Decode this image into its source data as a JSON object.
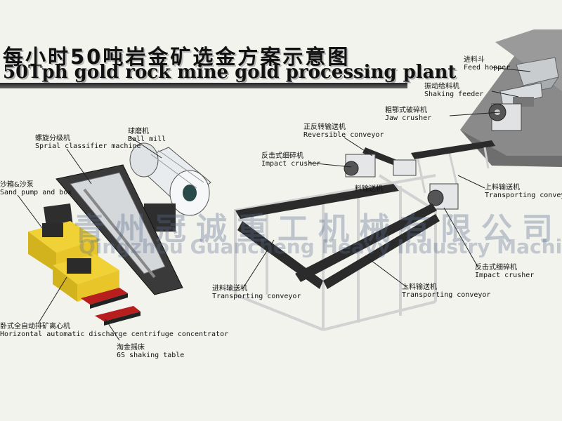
{
  "title": {
    "cn": "每小时50吨岩金矿选金方案示意图",
    "en": "50Tph gold rock mine gold processing plant"
  },
  "labels": {
    "feed_hopper": {
      "cn": "进料斗",
      "en": "Feed hopper"
    },
    "shaking_feeder": {
      "cn": "振动给料机",
      "en": "Shaking feeder"
    },
    "jaw_crusher": {
      "cn": "粗鄂式破碎机",
      "en": "Jaw crusher"
    },
    "reversible_conveyor": {
      "cn": "正反转输送机",
      "en": "Reversible conveyor"
    },
    "impact_crusher_1": {
      "cn": "反击式细碎机",
      "en": "Impact crusher"
    },
    "transporting_conveyor_right": {
      "cn": "上料输送机",
      "en": "Transporting conveyor"
    },
    "impact_crusher_2": {
      "cn": "反击式细碎机",
      "en": "Impact crusher"
    },
    "transporting_conveyor_bottom": {
      "cn": "上料输送机",
      "en": "Transporting conveyor"
    },
    "transporting_conveyor_feed": {
      "cn": "进料输送机",
      "en": "Transporting conveyor"
    },
    "ball_mill": {
      "cn": "球磨机",
      "en": "Ball mill"
    },
    "spiral_classifier": {
      "cn": "螺旋分级机",
      "en": "Sprial classifier machine"
    },
    "sand_pump": {
      "cn": "沙箱&沙泵",
      "en": "Sand pump and box"
    },
    "centrifuge": {
      "cn": "卧式全自动排矿离心机",
      "en": "Horizontal automatic discharge centrifuge concentrator"
    },
    "shaking_table": {
      "cn": "淘金摇床",
      "en": "6S shaking table"
    },
    "middle_conveyor_partial": {
      "cn": "料输送机"
    }
  },
  "watermark": {
    "cn": "青州冠诚重工机械有限公司",
    "en": "Qingzhou Guancheng Heavy Industry Machinery Co., L"
  },
  "colors": {
    "frame": "#d4d4d4",
    "belt": "#2b2b2b",
    "machine_yellow": "#e8c62a",
    "mill_white": "#e8ecef",
    "rock": "#7e7e7e",
    "table_red": "#b81e1e"
  }
}
